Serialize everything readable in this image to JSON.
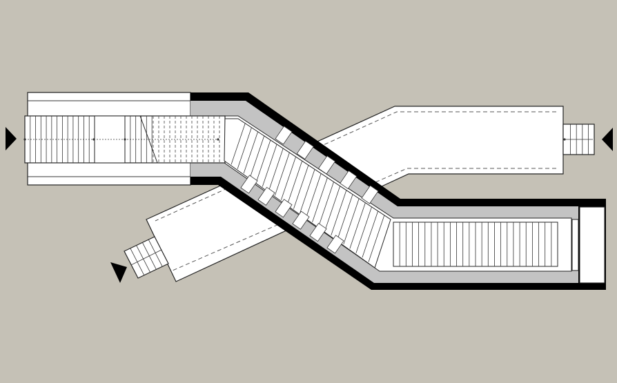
{
  "diagram": {
    "kind": "architectural-floor-plan",
    "subject": "stairway-and-ramp-underpass",
    "colors": {
      "background": "#c5c1b6",
      "floor": "#ffffff",
      "wall_cut": "#000000",
      "wall_fill": "#c3c3c3",
      "line": "#333333",
      "hidden_line": "#555555"
    },
    "entrances": [
      {
        "id": "entrance-west",
        "direction": "east"
      },
      {
        "id": "entrance-east",
        "direction": "west"
      },
      {
        "id": "entrance-southwest",
        "direction": "northeast"
      }
    ],
    "stair_flights": [
      {
        "id": "stair-west-upper",
        "treads": 13
      },
      {
        "id": "stair-west-lower",
        "treads": 6
      },
      {
        "id": "stair-west-hidden",
        "treads": 14
      },
      {
        "id": "stair-diagonal",
        "treads": 24
      },
      {
        "id": "stair-east-corridor",
        "treads": 26
      },
      {
        "id": "stair-east-small",
        "treads": 5
      },
      {
        "id": "stair-southwest-small",
        "treads": 5
      }
    ],
    "columns": {
      "upper_row": 5,
      "lower_row": 6
    }
  }
}
